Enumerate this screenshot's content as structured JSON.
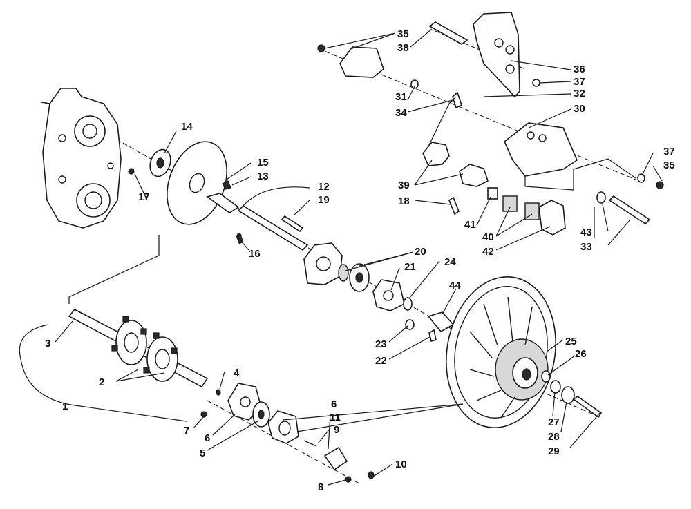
{
  "diagram": {
    "callouts": [
      "1",
      "2",
      "3",
      "4",
      "5",
      "6",
      "6",
      "7",
      "8",
      "9",
      "10",
      "11",
      "12",
      "13",
      "14",
      "15",
      "16",
      "17",
      "18",
      "19",
      "20",
      "21",
      "22",
      "23",
      "24",
      "25",
      "26",
      "27",
      "28",
      "29",
      "30",
      "31",
      "32",
      "33",
      "34",
      "35",
      "35",
      "36",
      "37",
      "37",
      "38",
      "39",
      "40",
      "41",
      "42",
      "43",
      "44"
    ]
  }
}
